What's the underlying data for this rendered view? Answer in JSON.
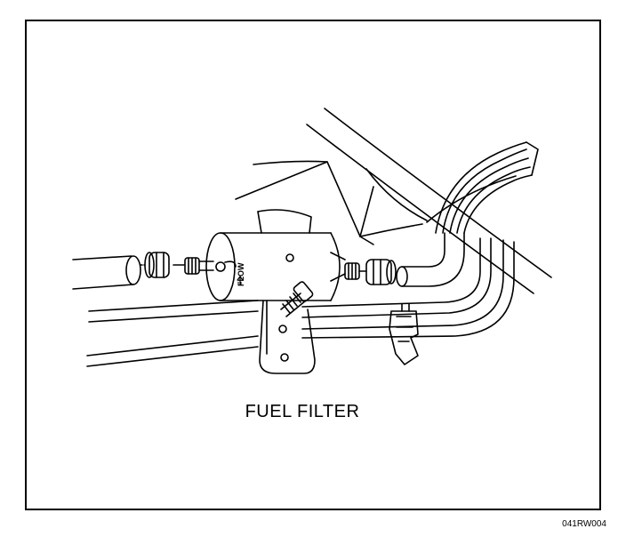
{
  "diagram": {
    "caption": "FUEL FILTER",
    "flow_marking": "FLOW",
    "reference_code": "041RW004"
  },
  "colors": {
    "line": "#000000",
    "background": "#ffffff"
  }
}
